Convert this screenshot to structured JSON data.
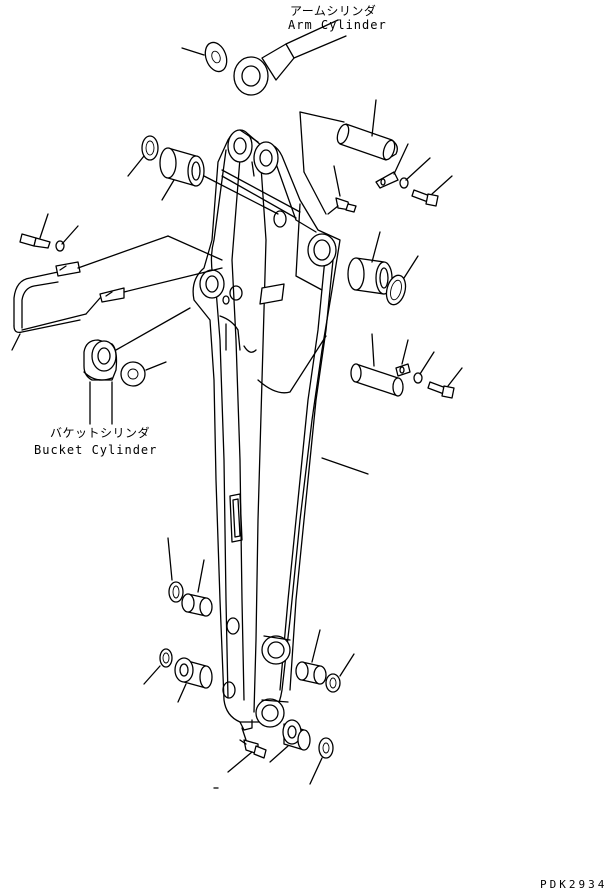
{
  "labels": {
    "arm_cylinder_jp": "アームシリンダ",
    "arm_cylinder_en": "Arm Cylinder",
    "bucket_cylinder_jp": "バケットシリンダ",
    "bucket_cylinder_en": "Bucket Cylinder",
    "drawing_code": "PDK2934"
  },
  "colors": {
    "line": "#000000",
    "background": "#ffffff"
  }
}
